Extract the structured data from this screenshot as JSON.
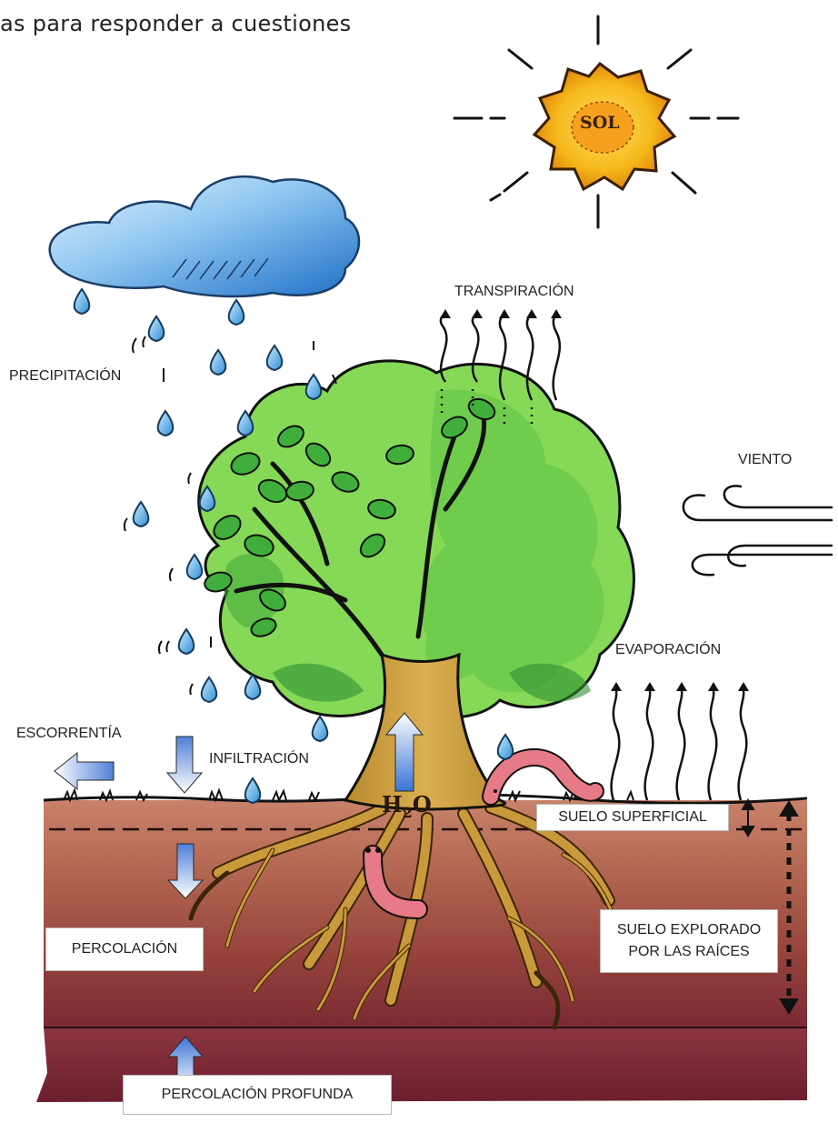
{
  "header_text": "as para responder a cuestiones",
  "sun_label": "SOL",
  "water_label": "H2O",
  "labels": {
    "transpiracion": "TRANSPIRACIÓN",
    "precipitacion": "PRECIPITACIÓN",
    "viento": "VIENTO",
    "evaporacion": "EVAPORACIÓN",
    "escorrentia": "ESCORRENTÍA",
    "infiltracion": "INFILTRACIÓN",
    "suelo_superficial": "SUELO SUPERFICIAL",
    "percolacion": "PERCOLACIÓN",
    "suelo_explorado_1": "SUELO EXPLORADO",
    "suelo_explorado_2": "POR LAS RAÍCES",
    "percolacion_profunda": "PERCOLACIÓN PROFUNDA"
  },
  "colors": {
    "sky_cloud": "#3c8fd6",
    "sun": "#f7c21b",
    "foliage": "#7ed44a",
    "trunk": "#d1a442",
    "soil_top": "#b86f52",
    "soil_mid": "#9a4a3f",
    "soil_deep": "#7d2a33"
  }
}
